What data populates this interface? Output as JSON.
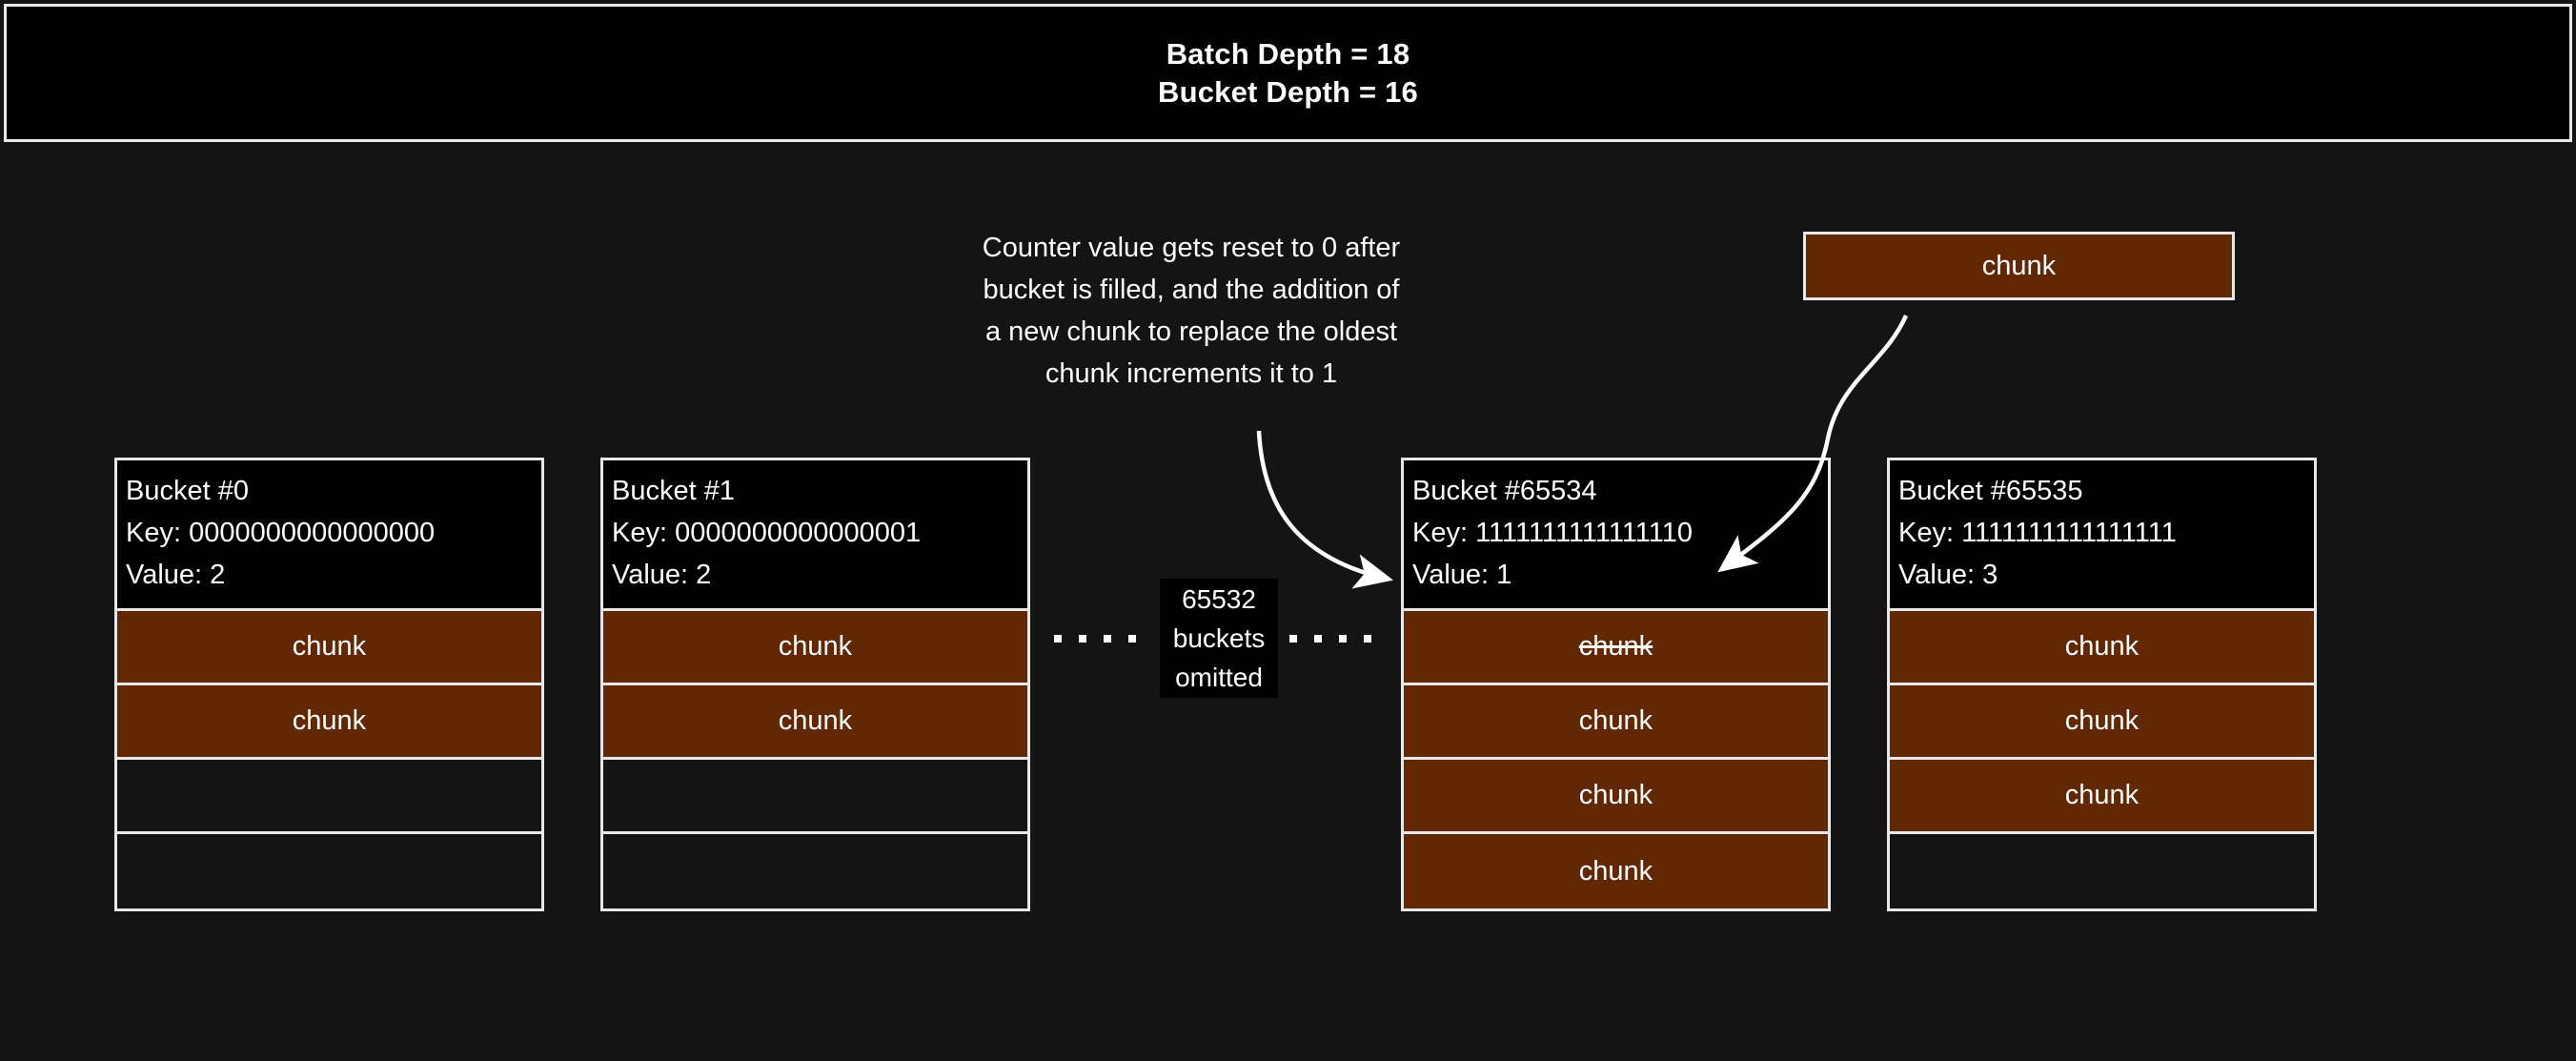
{
  "header": {
    "line1": "Batch Depth = 18",
    "line2": "Bucket Depth = 16"
  },
  "annotation": {
    "line1": "Counter value gets reset to 0 after",
    "line2": "bucket is filled, and the addition of",
    "line3": "a new chunk to replace the oldest",
    "line4": "chunk increments it to 1"
  },
  "floating_chunk": {
    "label": "chunk"
  },
  "omitted": {
    "count": "65532",
    "word": "buckets",
    "state": "omitted"
  },
  "colors": {
    "chunk_fill": "#622703",
    "background": "#141414",
    "header_fill": "#000000",
    "stroke": "#e8e8e8"
  },
  "buckets": [
    {
      "title": "Bucket #0",
      "key": "Key: 0000000000000000",
      "value": "Value: 2",
      "slots": [
        {
          "label": "chunk",
          "filled": true,
          "struck": false
        },
        {
          "label": "chunk",
          "filled": true,
          "struck": false
        },
        {
          "label": "",
          "filled": false,
          "struck": false
        },
        {
          "label": "",
          "filled": false,
          "struck": false
        }
      ]
    },
    {
      "title": "Bucket #1",
      "key": "Key: 0000000000000001",
      "value": "Value: 2",
      "slots": [
        {
          "label": "chunk",
          "filled": true,
          "struck": false
        },
        {
          "label": "chunk",
          "filled": true,
          "struck": false
        },
        {
          "label": "",
          "filled": false,
          "struck": false
        },
        {
          "label": "",
          "filled": false,
          "struck": false
        }
      ]
    },
    {
      "title": "Bucket #65534",
      "key": "Key: 1111111111111110",
      "value": "Value: 1",
      "slots": [
        {
          "label": "chunk",
          "filled": true,
          "struck": true
        },
        {
          "label": "chunk",
          "filled": true,
          "struck": false
        },
        {
          "label": "chunk",
          "filled": true,
          "struck": false
        },
        {
          "label": "chunk",
          "filled": true,
          "struck": false
        }
      ]
    },
    {
      "title": "Bucket #65535",
      "key": "Key: 1111111111111111",
      "value": "Value: 3",
      "slots": [
        {
          "label": "chunk",
          "filled": true,
          "struck": false
        },
        {
          "label": "chunk",
          "filled": true,
          "struck": false
        },
        {
          "label": "chunk",
          "filled": true,
          "struck": false
        },
        {
          "label": "",
          "filled": false,
          "struck": false
        }
      ]
    }
  ]
}
